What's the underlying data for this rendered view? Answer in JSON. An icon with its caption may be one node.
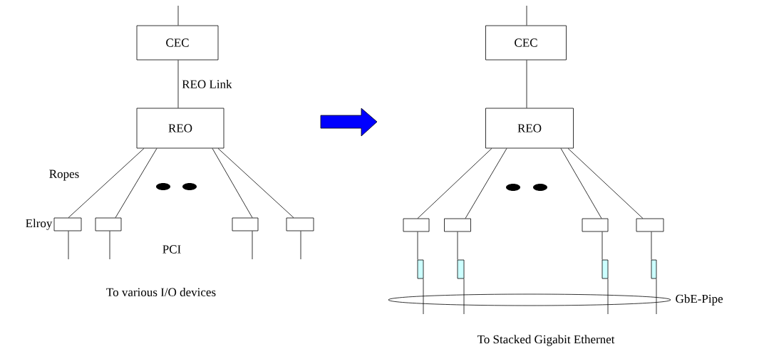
{
  "diagram": {
    "nodes": [
      {
        "text": [
          "CEC"
        ]
      },
      {
        "text": [
          "REO"
        ]
      },
      {
        "text": [],
        "shape": "box",
        "beside": [
          "Elroy"
        ]
      },
      {
        "text": [],
        "shape": "box"
      },
      {
        "text": [],
        "shape": "box"
      },
      {
        "text": [],
        "shape": "box"
      },
      {
        "text": [
          "CEC"
        ]
      },
      {
        "text": [
          "REO"
        ]
      },
      {
        "text": [],
        "shape": "box"
      },
      {
        "text": [],
        "shape": "box"
      },
      {
        "text": [],
        "shape": "box"
      },
      {
        "text": [],
        "shape": "box"
      },
      {
        "text": [],
        "shape": "box"
      },
      {
        "text": [],
        "shape": "box"
      },
      {
        "text": [],
        "shape": "box"
      },
      {
        "text": [],
        "shape": "box"
      },
      {
        "text": [],
        "shape": "ellipse",
        "beside": [
          "GbE-Pipe"
        ]
      }
    ],
    "edges": [
      {
        "from": null,
        "to": 0,
        "arrow": "none"
      },
      {
        "from": 0,
        "to": 1,
        "arrow": "none",
        "label": "REO Link"
      },
      {
        "from": 1,
        "to": 2,
        "arrow": "none"
      },
      {
        "from": 1,
        "to": 3,
        "arrow": "none"
      },
      {
        "from": 1,
        "to": 4,
        "arrow": "none"
      },
      {
        "from": 1,
        "to": 5,
        "arrow": "none"
      },
      {
        "from": 2,
        "to": null,
        "arrow": "none"
      },
      {
        "from": 3,
        "to": null,
        "arrow": "none"
      },
      {
        "from": 4,
        "to": null,
        "arrow": "none"
      },
      {
        "from": 5,
        "to": null,
        "arrow": "none"
      },
      {
        "from": null,
        "to": 6,
        "arrow": "none"
      },
      {
        "from": 6,
        "to": 7,
        "arrow": "none"
      },
      {
        "from": 7,
        "to": 8,
        "arrow": "none"
      },
      {
        "from": 7,
        "to": 9,
        "arrow": "none"
      },
      {
        "from": 7,
        "to": 10,
        "arrow": "none"
      },
      {
        "from": 7,
        "to": 11,
        "arrow": "none"
      },
      {
        "from": 8,
        "to": 12,
        "arrow": "none"
      },
      {
        "from": 9,
        "to": 13,
        "arrow": "none"
      },
      {
        "from": 10,
        "to": 14,
        "arrow": "none"
      },
      {
        "from": 11,
        "to": 15,
        "arrow": "none"
      },
      {
        "from": 12,
        "to": null,
        "arrow": "none"
      },
      {
        "from": 13,
        "to": null,
        "arrow": "none"
      },
      {
        "from": 14,
        "to": null,
        "arrow": "none"
      },
      {
        "from": 15,
        "to": null,
        "arrow": "none"
      }
    ],
    "labels": [
      "Ropes",
      "PCI",
      "To various I/O devices",
      "To Stacked Gigabit Ethernet"
    ]
  }
}
